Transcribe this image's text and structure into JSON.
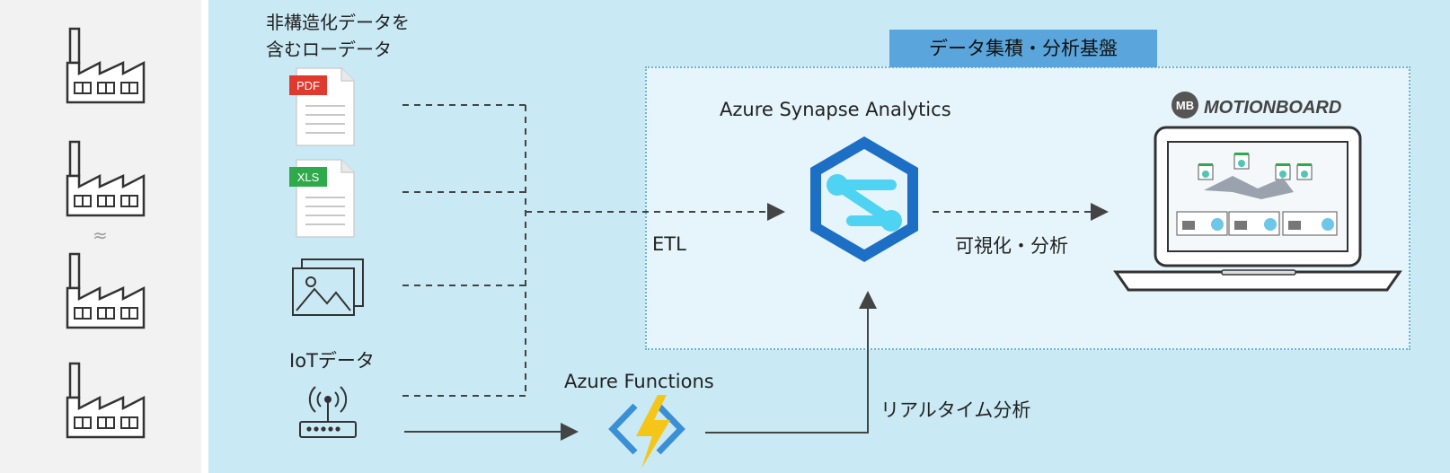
{
  "labels": {
    "unstructured": "非構造化データを\n含むローデータ",
    "iot": "IoTデータ",
    "platform": "データ集積・分析基盤",
    "synapse": "Azure Synapse Analytics",
    "etl": "ETL",
    "visualize": "可視化・分析",
    "functions": "Azure Functions",
    "realtime": "リアルタイム分析",
    "approx": "≈"
  },
  "files": {
    "pdf": "PDF",
    "xls": "XLS"
  },
  "motionboard": {
    "badge": "MB",
    "name": "MOTIONBOARD"
  },
  "colors": {
    "left_bg": "#f2f2f2",
    "main_bg": "#c9e9f4",
    "platform_bg": "#e6f5fb",
    "platform_label_bg": "#5aa6dc",
    "synapse_blue": "#1c6fc4",
    "synapse_cyan": "#4fd3f2",
    "pdf_red": "#e03a2f",
    "xls_green": "#2eaa4a",
    "functions_yellow": "#f5c518",
    "functions_blue": "#3a8fd6"
  }
}
